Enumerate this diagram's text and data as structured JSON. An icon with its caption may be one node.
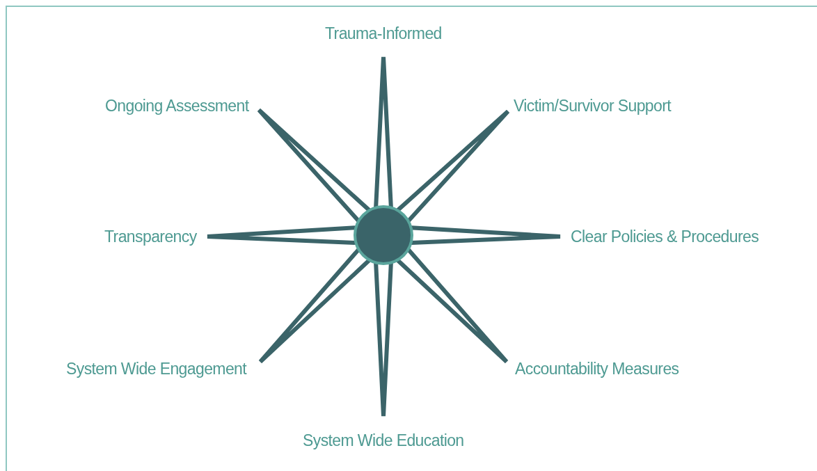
{
  "diagram": {
    "nodes": [
      {
        "text": [],
        "shape": "circle"
      }
    ],
    "labels": [
      "Trauma-Informed",
      "Ongoing Assessment",
      "Victim/Survivor Support",
      "Transparency",
      "Clear Policies & Procedures",
      "System Wide Engagement",
      "Accountability Measures",
      "System Wide Education"
    ]
  }
}
